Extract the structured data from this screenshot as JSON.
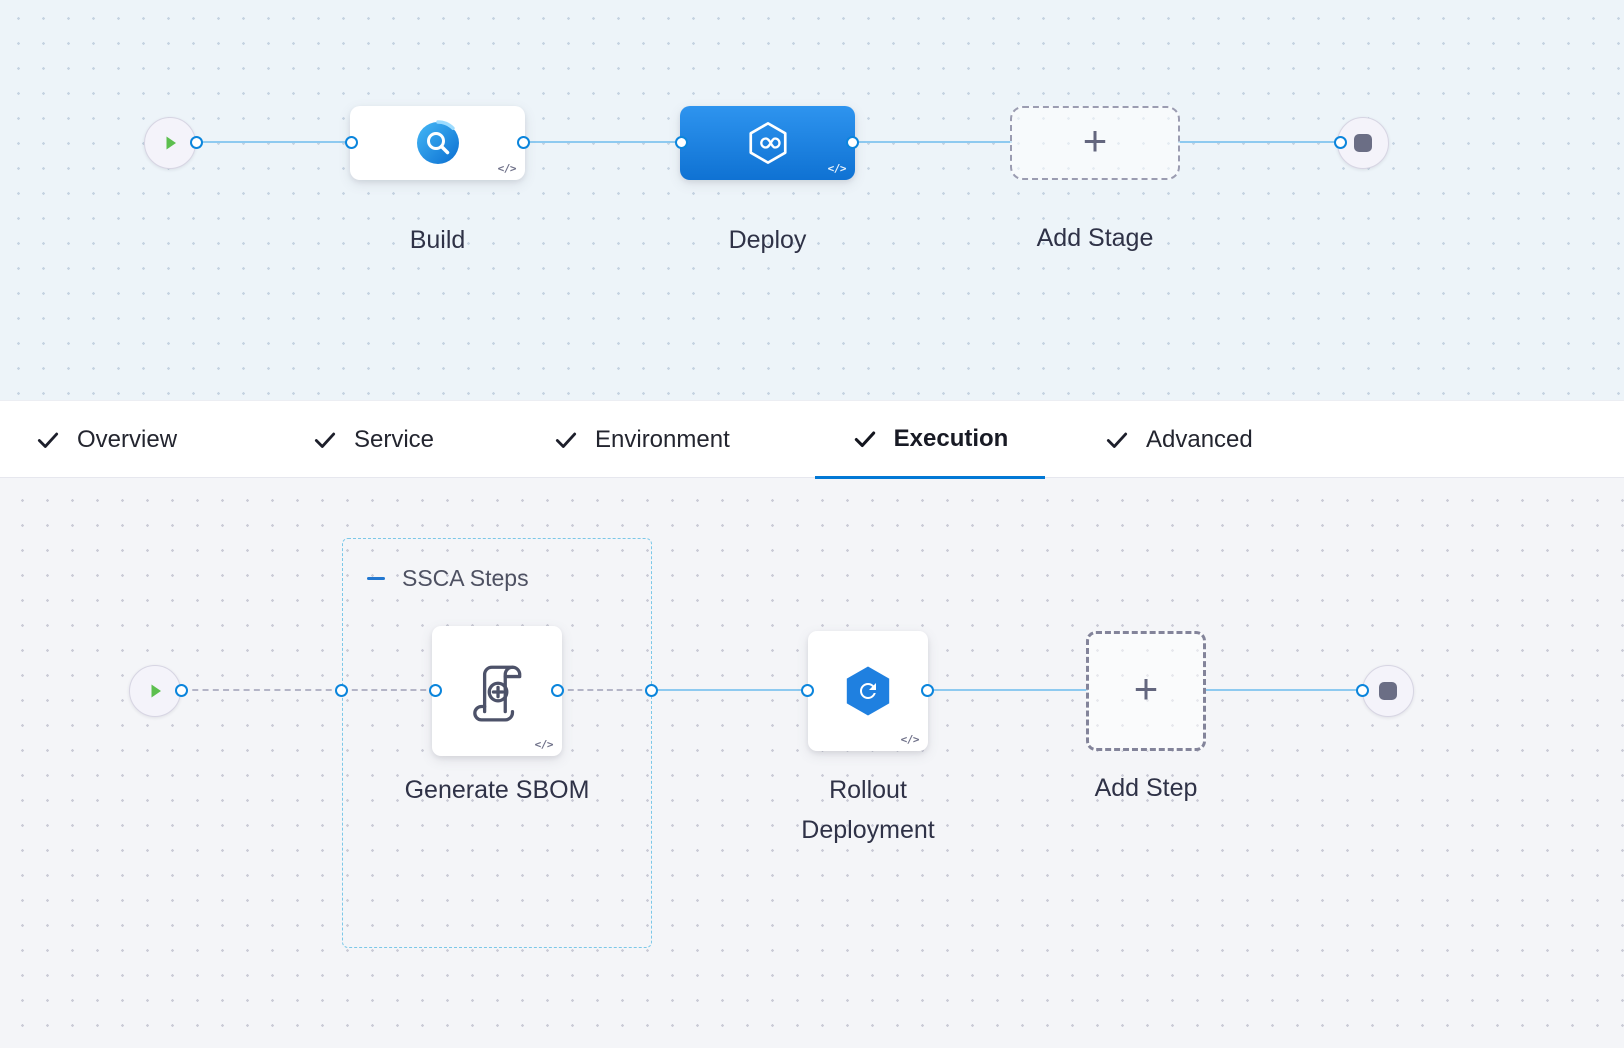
{
  "stage_canvas": {
    "build": {
      "label": "Build"
    },
    "deploy": {
      "label": "Deploy"
    },
    "add_stage": {
      "label": "Add Stage"
    }
  },
  "tab_bar": {
    "tabs": [
      {
        "label": "Overview",
        "completed": true,
        "active": false
      },
      {
        "label": "Service",
        "completed": true,
        "active": false
      },
      {
        "label": "Environment",
        "completed": true,
        "active": false
      },
      {
        "label": "Execution",
        "completed": true,
        "active": true
      },
      {
        "label": "Advanced",
        "completed": true,
        "active": false
      }
    ]
  },
  "execution_canvas": {
    "group": {
      "label": "SSCA Steps"
    },
    "generate_sbom": {
      "label": "Generate SBOM"
    },
    "rollout": {
      "label_line1": "Rollout",
      "label_line2": "Deployment"
    },
    "add_step": {
      "label": "Add Step"
    }
  },
  "icons": {
    "plus": "+",
    "code": "</>"
  },
  "colors": {
    "accent_blue": "#0278d5",
    "deploy_blue_top": "#2e94ef",
    "deploy_blue_bottom": "#0f72d3",
    "connector_blue": "#8ecaf0",
    "dashed_connector_gray": "#b4b5c7",
    "play_green": "#5cbf4e",
    "canvas_top_bg": "#edf4f9",
    "canvas_bottom_bg": "#f4f5f8"
  }
}
